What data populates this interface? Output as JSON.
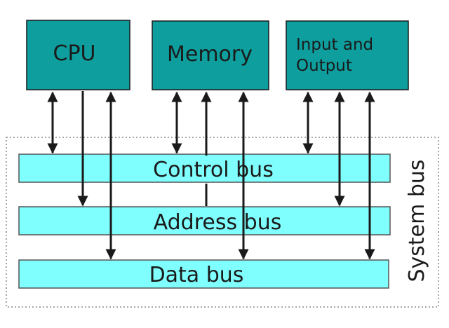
{
  "components": {
    "cpu": {
      "label": "CPU"
    },
    "memory": {
      "label": "Memory"
    },
    "io": {
      "line1": "Input and",
      "line2": "Output"
    }
  },
  "buses": {
    "control": {
      "label": "Control bus"
    },
    "address": {
      "label": "Address bus"
    },
    "data": {
      "label": "Data bus"
    }
  },
  "system_bus_label": "System bus",
  "colors": {
    "component_fill": "#0e9e9e",
    "bus_fill": "#80ffff",
    "stroke": "#1a1a1a",
    "background": "#ffffff"
  }
}
